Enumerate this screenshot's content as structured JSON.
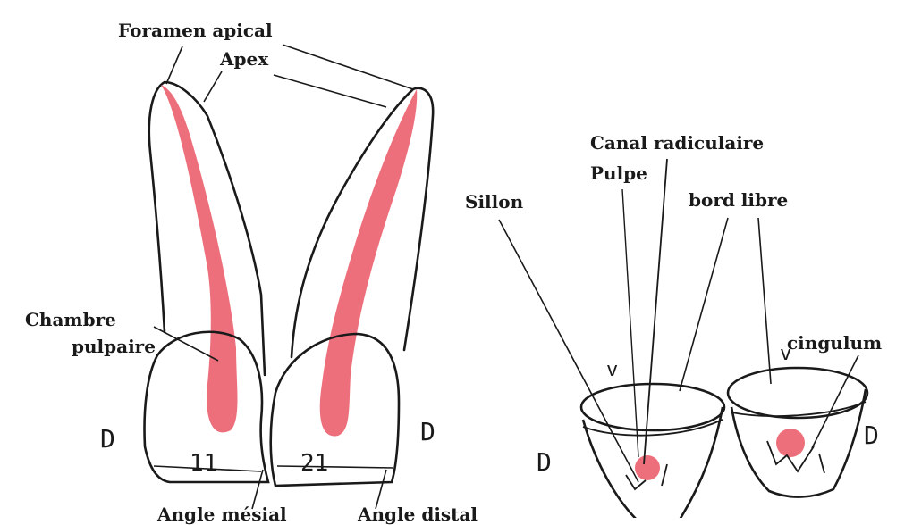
{
  "labels": {
    "foramen_apical": "Foramen apical",
    "apex": "Apex",
    "chambre": "Chambre",
    "pulpaire": "pulpaire",
    "canal_radiculaire": "Canal radiculaire",
    "pulpe": "Pulpe",
    "sillon": "Sillon",
    "bord_libre": "bord libre",
    "cingulum": "cingulum",
    "angle_mesial": "Angle mésial",
    "angle_distal": "Angle distal"
  },
  "markers": {
    "d_left_tooth": "D",
    "d_right_tooth": "D",
    "d_left_section": "D",
    "d_right_section": "D",
    "v_left": "v",
    "v_right": "v",
    "tooth_11": "11",
    "tooth_21": "21"
  },
  "colors": {
    "pulp": "#ee6f7c",
    "ink": "#1a1a1a"
  }
}
